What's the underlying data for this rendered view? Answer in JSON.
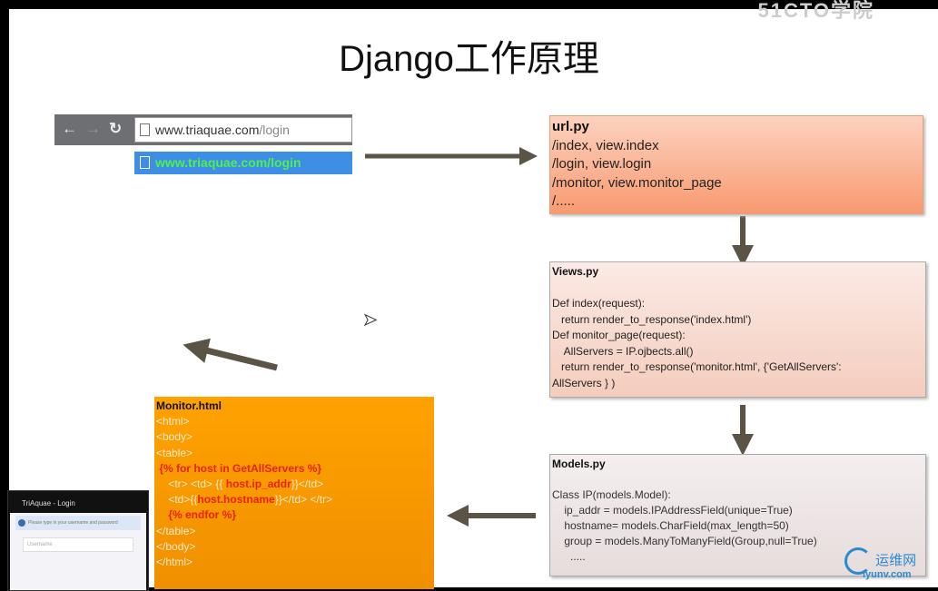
{
  "title": "Django工作原理",
  "watermark": "51CTO学院",
  "browser": {
    "url_prefix": "www.triaquae.com",
    "url_suffix": "/login",
    "suggestion": "www.triaquae.com/login"
  },
  "url_box": {
    "title": "url.py",
    "lines": [
      "/index, view.index",
      "/login, view.login",
      "/monitor, view.monitor_page",
      "/....."
    ]
  },
  "views_box": {
    "title": "Views.py",
    "code": "\nDef index(request):\n   return render_to_response('index.html')\nDef monitor_page(request):\n    AllServers = IP.ojbects.all()\n   return render_to_response('monitor.html', {'GetAllServers':\nAllServers } )"
  },
  "models_box": {
    "title": "Models.py",
    "code": "\nClass IP(models.Model):\n    ip_addr = models.IPAddressField(unique=True)\n    hostname= models.CharField(max_length=50)\n    group = models.ManyToManyField(Group,null=True)\n      ....."
  },
  "monitor_box": {
    "title": "Monitor.html",
    "l1": "<html>",
    "l2": "<body>",
    "l3": "<table>",
    "l4": " {% for host in GetAllServers %}",
    "l5a": "    <tr> <td> {{ ",
    "l5b": "host.ip_addr",
    "l5c": "}}</td>",
    "l6a": "    <td>{{",
    "l6b": "host.hostname",
    "l6c": "}}</td> </tr>",
    "l7": "    {% endfor %}",
    "l8": "</table>",
    "l9": "",
    "l10": "</body>",
    "l11": "</html>"
  },
  "login_window": {
    "title": "TriAquae - Login",
    "info": "Please type in your username and password",
    "username_placeholder": "Username"
  },
  "logo": {
    "text": "运维网",
    "sub": "iyunv.com"
  }
}
